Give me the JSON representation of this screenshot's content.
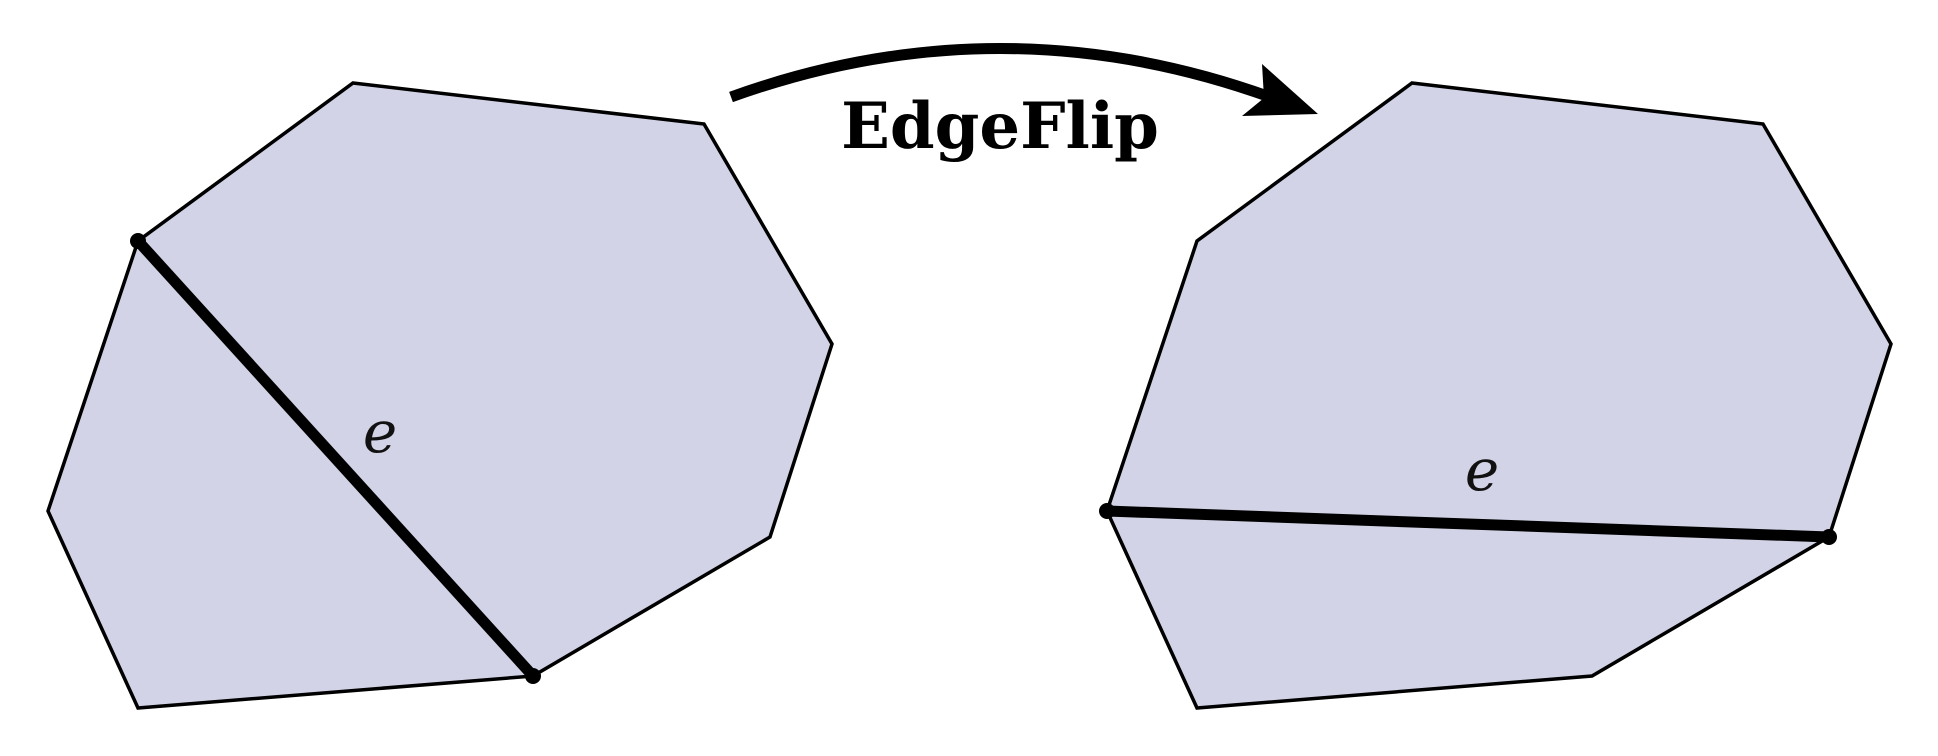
{
  "operation": {
    "label": "EdgeFlip"
  },
  "before": {
    "edge_label": "e"
  },
  "after": {
    "edge_label": "e"
  },
  "colors": {
    "polygon_fill": "#d2d3e7",
    "stroke": "#000000"
  }
}
